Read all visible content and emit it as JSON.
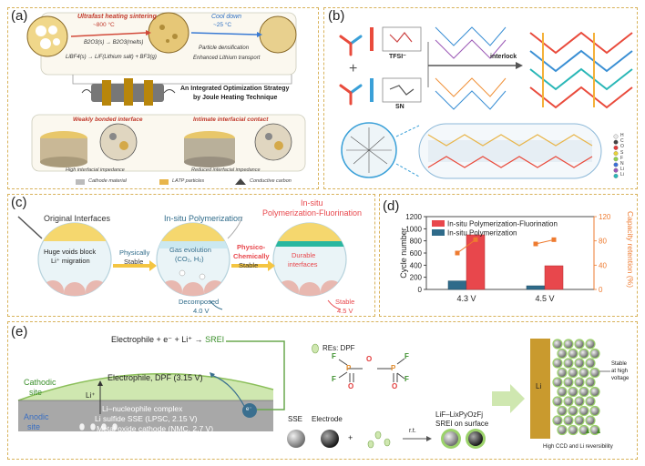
{
  "panel_a": {
    "label": "(a)",
    "heat_title": "Ultrafast heating sintering",
    "heat_temp": "~800 °C",
    "cool_title": "Cool down",
    "cool_temp": "~25 °C",
    "reaction1": "B2O3(s) → B2O3(melts)",
    "reaction2": "LiBF4(s) → LiF(Lithium salt) + BF3(g)",
    "densification": "Particle densification",
    "transport": "Enhanced Lithium transport",
    "strategy_line1": "An Integrated Optimization Strategy",
    "strategy_line2": "by Joule Heating Technique",
    "weak_interface": "Weakly bonded interface",
    "intimate_contact": "Intimate interfacial contact",
    "high_impedance": "High interfacial impedance",
    "reduced_impedance": "Reduced interfacial impedance",
    "legend_cathode": "Cathode material",
    "legend_latp": "LATP particles",
    "legend_carbon": "Conductive carbon"
  },
  "panel_b": {
    "label": "(b)",
    "tfsi": "TFSI⁻",
    "sn": "SN",
    "interlock": "interlock",
    "legend": [
      "H",
      "C",
      "O",
      "S",
      "F",
      "N",
      "Li",
      "Li"
    ],
    "legend_colors": [
      "#e8e8e8",
      "#444444",
      "#e23b3b",
      "#e8d23a",
      "#8fd14f",
      "#3a6fd8",
      "#9b59b6",
      "#2ab7b7"
    ]
  },
  "panel_c": {
    "label": "(c)",
    "original": "Original Interfaces",
    "insitu_poly": "In-situ Polymerization",
    "insitu_fluor_line1": "In-situ",
    "insitu_fluor_line2": "Polymerization-Fluorination",
    "voids_line1": "Huge voids block",
    "voids_line2": "Li⁺ migration",
    "physically": "Physically",
    "stable1": "Stable",
    "gas_line1": "Gas evolution",
    "gas_line2": "(CO₂, H₂)",
    "physico_line1": "Physico-",
    "physico_line2": "Chemically",
    "stable2": "Stable",
    "durable_line1": "Durable",
    "durable_line2": "interfaces",
    "decomposed": "Decomposed",
    "decomposed_v": "4.0 V",
    "stable3": "Stable",
    "stable3_v": "4.5 V"
  },
  "panel_d": {
    "label": "(d)"
  },
  "chart_data": {
    "type": "bar",
    "categories": [
      "4.3 V",
      "4.5 V"
    ],
    "series": [
      {
        "name": "In-situ Polymerization",
        "values": [
          140,
          60
        ],
        "color": "#2f6b8a"
      },
      {
        "name": "In-situ Polymerization-Fluorination",
        "values": [
          900,
          390
        ],
        "color": "#e8474c"
      }
    ],
    "line_series": {
      "name": "Capacity retention (%)",
      "points": [
        [
          0,
          60
        ],
        [
          0,
          82
        ],
        [
          1,
          75
        ],
        [
          1,
          82
        ]
      ],
      "color": "#ee7b30"
    },
    "ylabel": "Cycle number",
    "ylim": [
      0,
      1200
    ],
    "yticks": [
      "0",
      "200",
      "400",
      "600",
      "800",
      "1000",
      "1200"
    ],
    "y2label": "Capacity retention (%)",
    "y2lim": [
      0,
      120
    ],
    "y2ticks": [
      "0",
      "40",
      "80",
      "120"
    ]
  },
  "panel_e": {
    "label": "(e)",
    "equation_left": "Electrophile + e⁻ + Li⁺ → ",
    "equation_right": "SREI",
    "cathodic_line1": "Cathodic",
    "cathodic_line2": "site",
    "anodic_line1": "Anodic",
    "anodic_line2": "site",
    "li_plus": "Li⁺",
    "electrophile": "Electrophile, DPF (3.15 V)",
    "complex": "Li–nucleophile complex",
    "sulfide": "Li sulfide SSE (LPSC, 2.15 V)",
    "oxide": "Metal oxide cathode (NMC, 2.7 V)",
    "electron": "e⁻",
    "res_label": "REs: DPF",
    "sse": "SSE",
    "electrode": "Electrode",
    "plus": "+",
    "rt": "r.t.",
    "lif_line1": "LiF–LixPyOzFj",
    "lif_line2": "SREI on surface",
    "li_label": "Li",
    "stable_line1": "Stable",
    "stable_line2": "at high",
    "stable_line3": "voltage",
    "high_ccd": "High CCD and Li reversibility",
    "atoms": {
      "f": "F",
      "p": "P",
      "o": "O"
    }
  }
}
